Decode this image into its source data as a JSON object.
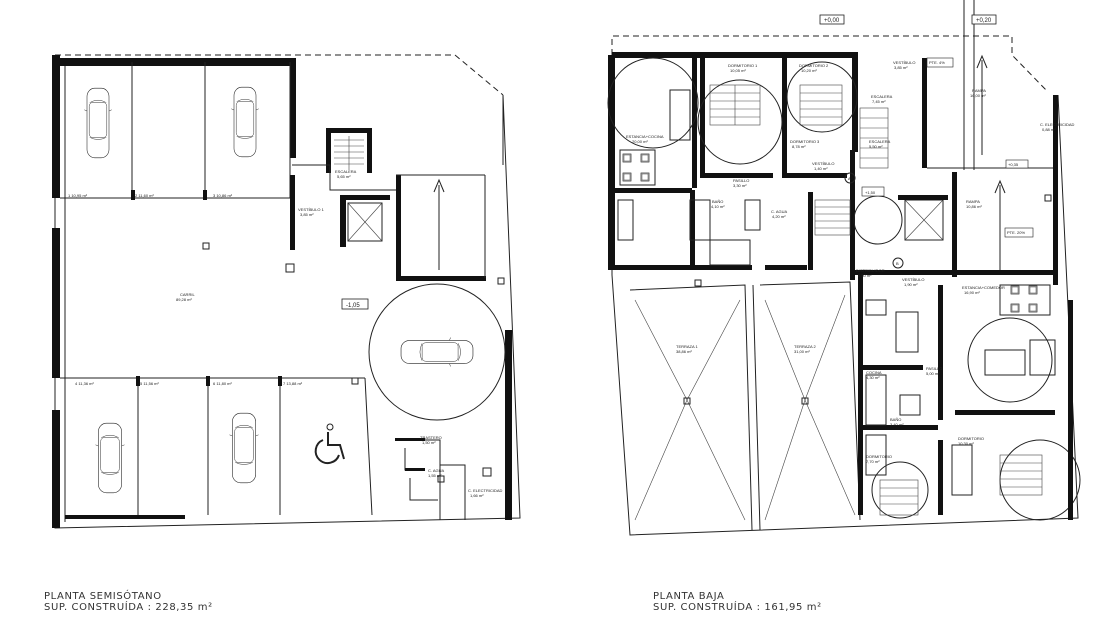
{
  "plans": {
    "left": {
      "title": "PLANTA SEMISÓTANO",
      "area": "SUP. CONSTRUÍDA : 228,35 m²",
      "level": "-1,05",
      "rooms": {
        "p1": "1  10,95 m²",
        "p2": "2  11,60 m²",
        "p3": "3  10,86 m²",
        "p4": "4  11,36 m²",
        "p5": "5  11,56 m²",
        "p6": "6  11,80 m²",
        "p7": "7  13,88 m²",
        "escalera": "ESCALERA",
        "escalera_area": "5,65 m²",
        "vestibulo": "VESTÍBULO 1",
        "vestibulo_area": "3,85 m²",
        "carril": "CARRIL",
        "carril_area": "89,28 m²",
        "trastero": "TRASTERO",
        "trastero_area": "1,50 m²",
        "c_agua": "C. AGUA",
        "c_agua_area": "1,55 m²",
        "c_elec": "C. ELECTRICIDAD",
        "c_elec_area": "1,66 m²"
      }
    },
    "right": {
      "title": "PLANTA BAJA",
      "area": "SUP. CONSTRUÍDA : 161,95 m²",
      "levels": {
        "top": "+0,00",
        "top2": "+0,20",
        "mid": "+1,50",
        "ramp": "+0,35"
      },
      "slopes": {
        "a": "PTE. 4%",
        "b": "PTE. 20%"
      },
      "marks": {
        "a": "A",
        "b": "B"
      },
      "rooms": {
        "estar": "ESTANCIA+COCINA",
        "estar_area": "20,00 m²",
        "dorm1": "DORMITORIO 1",
        "dorm1_area": "10,05 m²",
        "dorm2": "DORMITORIO 2",
        "dorm2_area": "10,20 m²",
        "dorm3": "DORMITORIO 3",
        "dorm3_area": "8,78 m²",
        "vest2": "VESTÍBULO",
        "vest2_area": "3,85 m²",
        "escalera2": "ESCALERA",
        "escalera2_area": "7,45 m²",
        "rampa": "RAMPA",
        "rampa_area": "16,00 m²",
        "rampa2": "RAMPA",
        "rampa2_area": "10,86 m²",
        "c_elec2": "C. ELECTRICIDAD",
        "c_elec2_area": "0,88 m²",
        "pasillo": "PASILLO",
        "pasillo_area": "3,30 m²",
        "bano": "BAÑO",
        "bano_area": "4,10 m²",
        "c_agua2": "C. AGUA",
        "c_agua2_area": "4,20 m²",
        "vestibulo3": "VESTÍBULO",
        "vestibulo3_area": "1,40 m²",
        "terraza1": "TERRAZA 1",
        "terraza1_area": "38,86 m²",
        "terraza2": "TERRAZA 2",
        "terraza2_area": "31,00 m²",
        "distrib": "DISTRIBUIDOR",
        "distrib_area": "2,50 m²",
        "vest4": "VESTÍBULO",
        "vest4_area": "1,90 m²",
        "estar2": "ESTANCIA+COMEDOR",
        "estar2_area": "16,90 m²",
        "cocina": "COCINA",
        "cocina_area": "4,30 m²",
        "pasillo2": "PASILLO",
        "pasillo2_area": "5,00 m²",
        "bano2": "BAÑO",
        "bano2_area": "3,40 m²",
        "dorm4": "DORMITORIO",
        "dorm4_area": "7,70 m²",
        "dorm5": "DORMITORIO",
        "dorm5_area": "10,30 m²",
        "escalera3": "ESCALERA",
        "escalera3_area": "5,50 m²"
      }
    }
  }
}
